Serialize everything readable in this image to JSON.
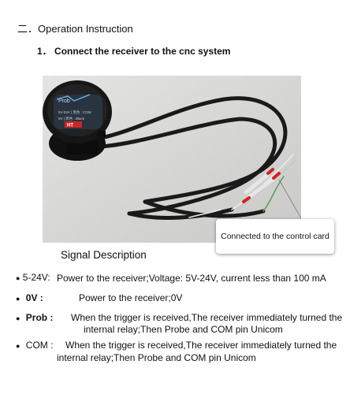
{
  "heading": {
    "prefix": "二．",
    "label": "Operation   Instruction"
  },
  "subheading": {
    "number": "1．",
    "label": "Connect the receiver to the cnc system"
  },
  "photo": {
    "device_label_top": "Prob",
    "device_label_mid": "5V-24V | 黑色 : COM",
    "device_label_low": "0V | 黑色 : Black",
    "brand": "HT"
  },
  "callout": {
    "text": "Connected to the control card"
  },
  "signal": {
    "title": "Signal Description",
    "items": [
      {
        "bullet": "●",
        "term": "5-24V:",
        "desc": "Power to the receiver;Voltage: 5V-24V, current less than 100 mA",
        "desc2": ""
      },
      {
        "bullet": "●",
        "term": "0V :",
        "desc": "Power to the receiver;0V",
        "desc2": ""
      },
      {
        "bullet": "●",
        "term": "Prob :",
        "desc": "When the trigger is received,The receiver immediately turned the",
        "desc2": "internal relay;Then Probe and COM pin Unicom"
      },
      {
        "bullet": "●",
        "term": "COM :",
        "desc": "When the trigger is received,The receiver immediately turned the",
        "desc2": "internal relay;Then Probe and COM pin Unicom"
      }
    ]
  }
}
